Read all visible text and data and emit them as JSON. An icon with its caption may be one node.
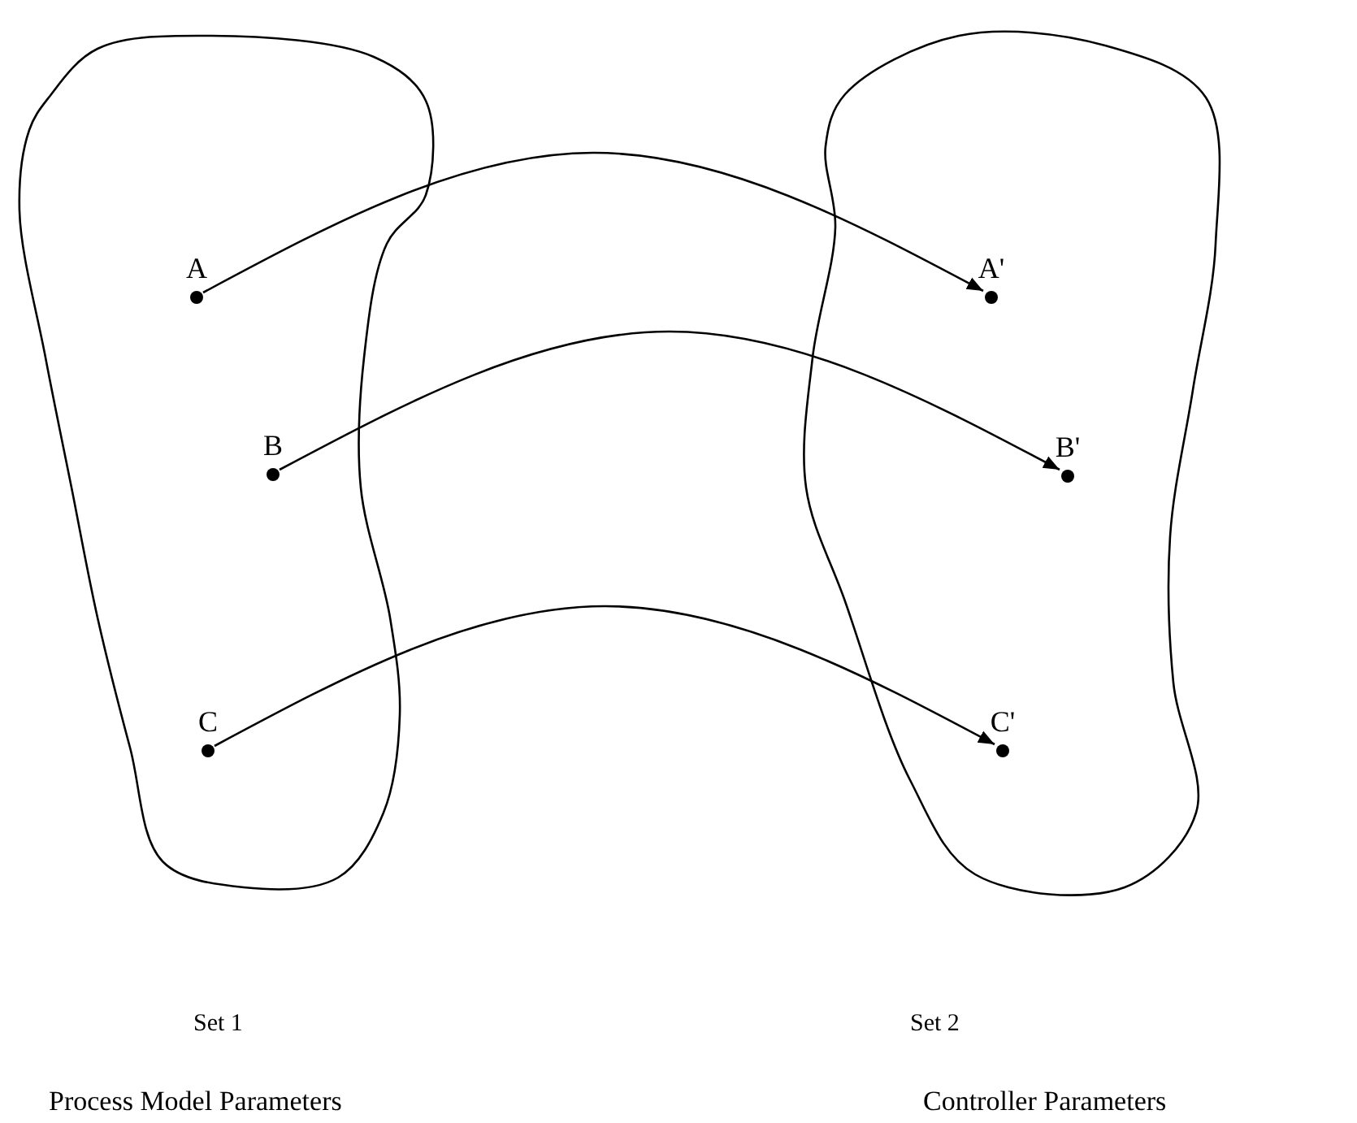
{
  "diagram": {
    "nodes": [
      {
        "text": [],
        "shape": "blob"
      },
      {
        "text": [
          "A"
        ],
        "in": 0
      },
      {
        "text": [
          "B"
        ],
        "in": 0
      },
      {
        "text": [
          "C"
        ],
        "in": 0
      },
      {
        "text": [],
        "shape": "blob"
      },
      {
        "text": [
          "A'"
        ],
        "in": 4
      },
      {
        "text": [
          "B'"
        ],
        "in": 4
      },
      {
        "text": [
          "C'"
        ],
        "in": 4
      }
    ],
    "edges": [
      {
        "from": 1,
        "to": 5,
        "arrow": "to"
      },
      {
        "from": 2,
        "to": 6,
        "arrow": "to"
      },
      {
        "from": 3,
        "to": 7,
        "arrow": "to"
      }
    ],
    "labels": [
      "Set 1",
      "Set 2",
      "Process Model Parameters",
      "Controller Parameters"
    ]
  }
}
